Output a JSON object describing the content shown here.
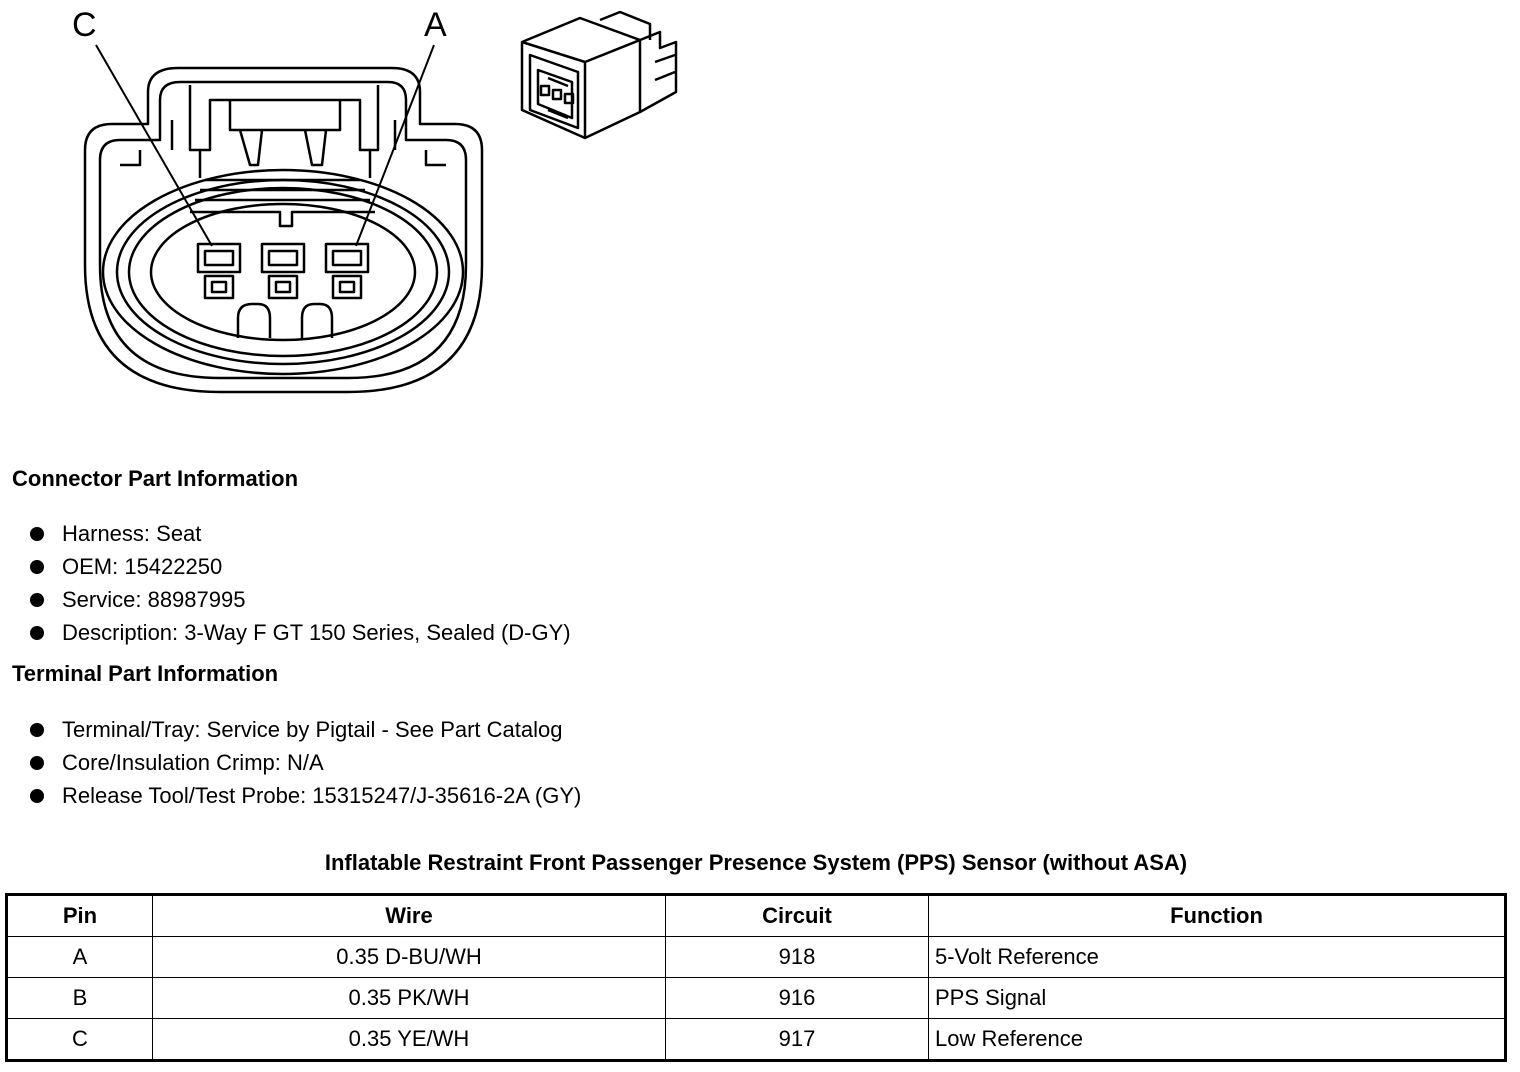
{
  "diagram": {
    "pin_labels": {
      "c": "C",
      "a": "A"
    }
  },
  "connector_info": {
    "title": "Connector Part Information",
    "items": [
      "Harness: Seat",
      "OEM: 15422250",
      "Service: 88987995",
      "Description: 3-Way F GT 150 Series, Sealed (D-GY)"
    ]
  },
  "terminal_info": {
    "title": "Terminal Part Information",
    "items": [
      "Terminal/Tray: Service by Pigtail - See Part Catalog",
      "Core/Insulation Crimp: N/A",
      "Release Tool/Test Probe: 15315247/J-35616-2A (GY)"
    ]
  },
  "table": {
    "title": "Inflatable Restraint Front Passenger Presence System (PPS) Sensor (without ASA)",
    "headers": [
      "Pin",
      "Wire",
      "Circuit",
      "Function"
    ],
    "rows": [
      [
        "A",
        "0.35 D-BU/WH",
        "918",
        "5-Volt Reference"
      ],
      [
        "B",
        "0.35 PK/WH",
        "916",
        "PPS Signal"
      ],
      [
        "C",
        "0.35 YE/WH",
        "917",
        "Low Reference"
      ]
    ]
  }
}
